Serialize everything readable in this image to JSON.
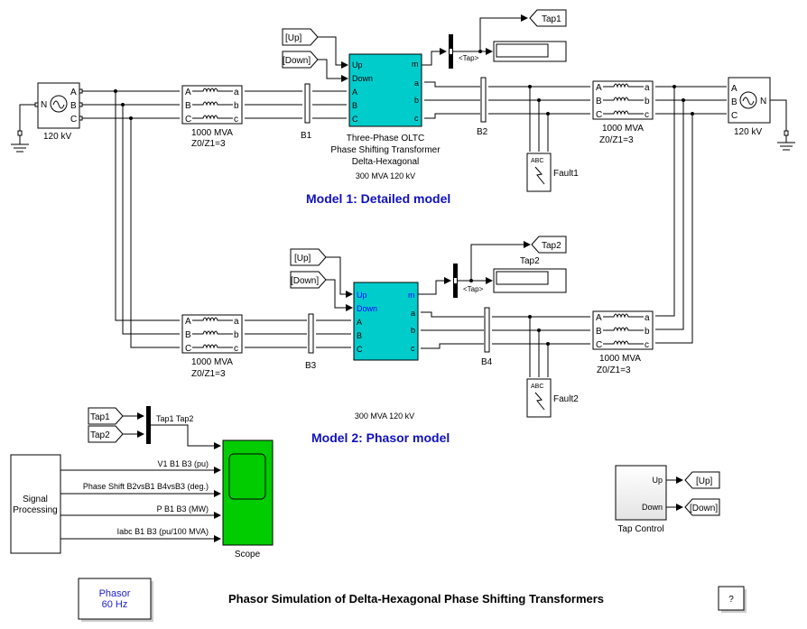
{
  "title": "Phasor Simulation of  Delta-Hexagonal Phase Shifting Transformers",
  "help_button": "?",
  "powergui": {
    "line1": "Phasor",
    "line2": "60 Hz"
  },
  "model1": {
    "heading": "Model 1:  Detailed model",
    "source_left": {
      "label": "120 kV",
      "ports": [
        "A",
        "B",
        "C"
      ],
      "neutral": "N"
    },
    "source_right": {
      "label": "120 kV",
      "ports": [
        "A",
        "B",
        "C"
      ],
      "neutral": "N"
    },
    "impedance_left": {
      "line1": "1000 MVA",
      "line2": "Z0/Z1=3",
      "in": [
        "A",
        "B",
        "C"
      ],
      "out": [
        "a",
        "b",
        "c"
      ]
    },
    "impedance_right": {
      "line1": "1000 MVA",
      "line2": "Z0/Z1=3",
      "in": [
        "A",
        "B",
        "C"
      ],
      "out": [
        "a",
        "b",
        "c"
      ]
    },
    "bus1": "B1",
    "bus2": "B2",
    "transformer": {
      "inputs": [
        "Up",
        "Down",
        "A",
        "B",
        "C"
      ],
      "outputs": [
        "m",
        "a",
        "b",
        "c"
      ],
      "name_lines": [
        "Three-Phase OLTC",
        "Phase Shifting Transformer",
        "Delta-Hexagonal"
      ],
      "rating": "300 MVA 120 kV"
    },
    "goto_up": "[Up]",
    "goto_down": "[Down]",
    "tap_signal": "<Tap>",
    "tap_tag": "Tap1",
    "fault": "Fault1",
    "fault_ports": "ABC"
  },
  "model2": {
    "heading": "Model 2:  Phasor model",
    "impedance_left": {
      "line1": "1000 MVA",
      "line2": "Z0/Z1=3",
      "in": [
        "A",
        "B",
        "C"
      ],
      "out": [
        "a",
        "b",
        "c"
      ]
    },
    "impedance_right": {
      "line1": "1000 MVA",
      "line2": "Z0/Z1=3",
      "in": [
        "A",
        "B",
        "C"
      ],
      "out": [
        "a",
        "b",
        "c"
      ]
    },
    "bus3": "B3",
    "bus4": "B4",
    "transformer": {
      "inputs": [
        "Up",
        "Down",
        "A",
        "B",
        "C"
      ],
      "outputs": [
        "m",
        "a",
        "b",
        "c"
      ],
      "rating": "300 MVA 120 kV"
    },
    "goto_up": "[Up]",
    "goto_down": "[Down]",
    "tap_signal": "<Tap>",
    "tap_tag": "Tap2",
    "display_label": "Tap2",
    "fault": "Fault2",
    "fault_ports": "ABC"
  },
  "scope_section": {
    "from_tap1": "Tap1",
    "from_tap2": "Tap2",
    "mux_signal": "Tap1 Tap2",
    "signal_processing": [
      "Signal",
      "Processing"
    ],
    "signals": [
      "V1 B1 B3  (pu)",
      "Phase Shift  B2vsB1  B4vsB3 (deg.)",
      "P B1 B3 (MW)",
      "Iabc B1 B3 (pu/100 MVA)"
    ],
    "scope_label": "Scope",
    "scope_color": "#00cc00"
  },
  "tap_control": {
    "label": "Tap Control",
    "out_up": "Up",
    "out_down": "Down",
    "goto_up": "[Up]",
    "goto_down": "[Down]"
  },
  "colors": {
    "transformer": "#00cccc",
    "heading": "#1010c0",
    "port_label_blue": "#0000ff"
  }
}
